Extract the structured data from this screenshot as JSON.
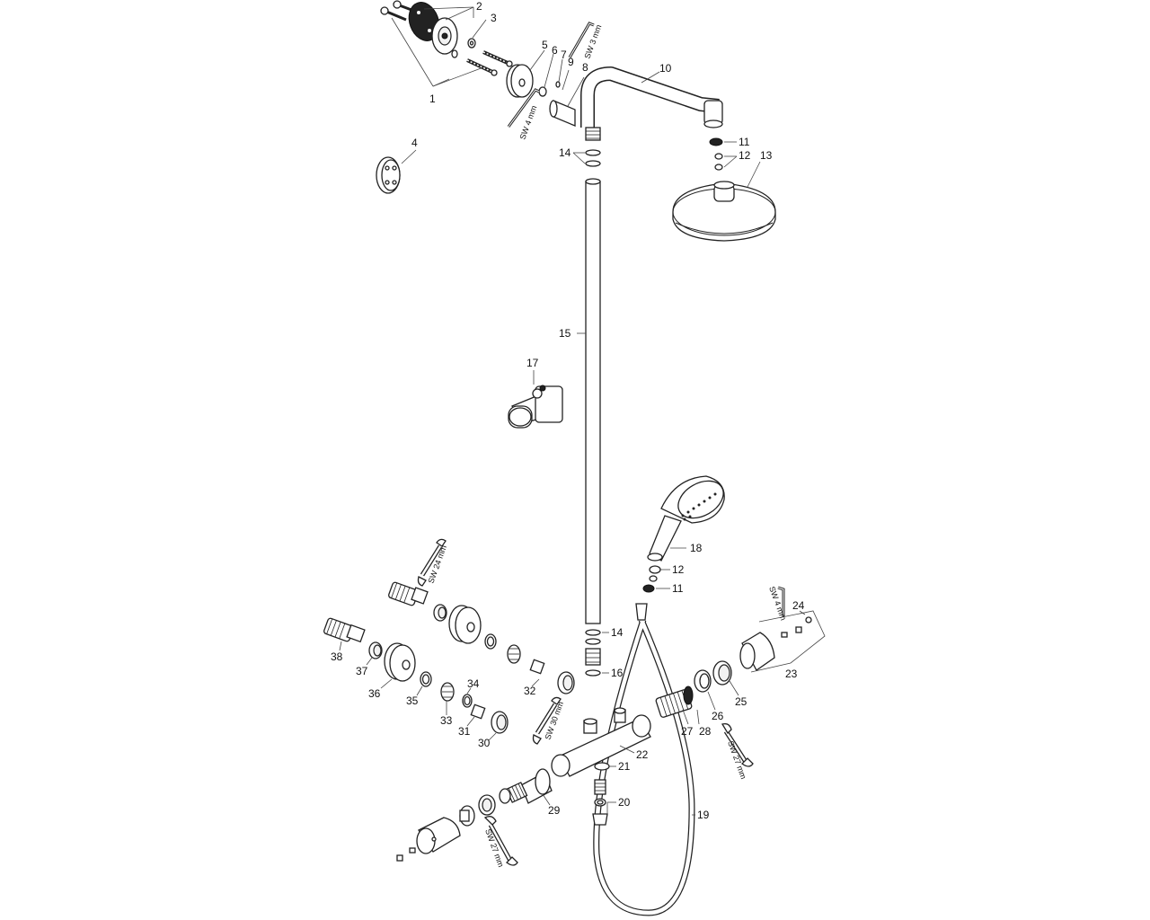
{
  "part_numbers": [
    "1",
    "2",
    "3",
    "4",
    "5",
    "6",
    "7",
    "8",
    "9",
    "10",
    "11",
    "12",
    "13",
    "14",
    "15",
    "16",
    "17",
    "18",
    "19",
    "20",
    "21",
    "22",
    "23",
    "24",
    "25",
    "26",
    "27",
    "28",
    "29",
    "30",
    "31",
    "32",
    "33",
    "34",
    "35",
    "36",
    "37",
    "38",
    "11",
    "12",
    "14"
  ],
  "wrench_labels": {
    "sw3": "SW 3 mm",
    "sw4_top": "SW 4 mm",
    "sw24": "SW 24 mm",
    "sw30": "SW 30 mm",
    "sw4_right": "SW 4 mm",
    "sw27_right": "SW 27 mm",
    "sw27_bottom": "SW 27 mm"
  },
  "icons": [
    "allen-key-icon",
    "wrench-icon"
  ]
}
